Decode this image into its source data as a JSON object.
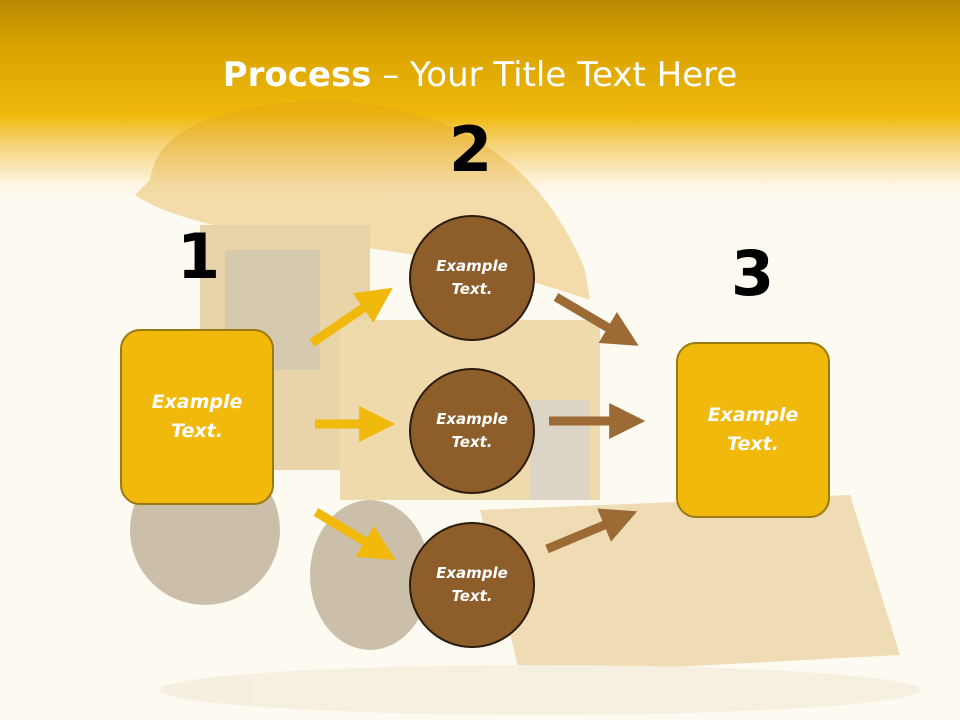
{
  "title": {
    "bold": "Process",
    "rest": " – Your Title Text Here"
  },
  "steps": [
    "1",
    "2",
    "3"
  ],
  "left_box": {
    "line1": "Example",
    "line2": "Text."
  },
  "right_box": {
    "line1": "Example",
    "line2": "Text."
  },
  "circles": [
    {
      "line1": "Example",
      "line2": "Text."
    },
    {
      "line1": "Example",
      "line2": "Text."
    },
    {
      "line1": "Example",
      "line2": "Text."
    }
  ],
  "colors": {
    "box": "#f0b90b",
    "circle": "#8d5e2a",
    "arrow_yellow": "#f0b90b",
    "arrow_brown": "#9b6a35"
  }
}
